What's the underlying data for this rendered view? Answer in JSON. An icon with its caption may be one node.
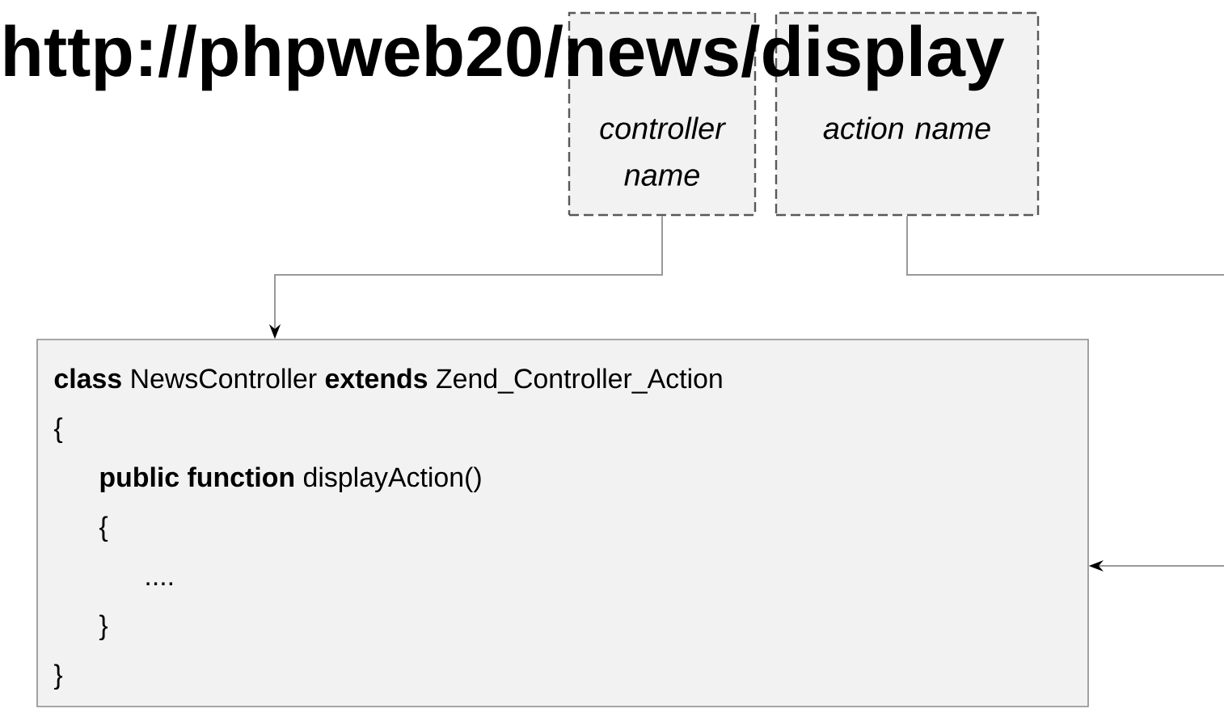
{
  "diagram": {
    "title": "http://phpweb20/news/display",
    "nodes": [
      {
        "text": [
          "controller name"
        ]
      },
      {
        "text": [
          "action name"
        ]
      },
      {
        "text": [
          "**class** NewsController **extends** Zend_Controller_Action",
          "{",
          "**public function** displayAction()",
          "{",
          "....",
          "}",
          "}"
        ]
      }
    ],
    "edges": [
      {
        "from": 0,
        "to": 2,
        "arrow": "to"
      },
      {
        "from": 1,
        "to": 2,
        "arrow": "to"
      }
    ]
  }
}
